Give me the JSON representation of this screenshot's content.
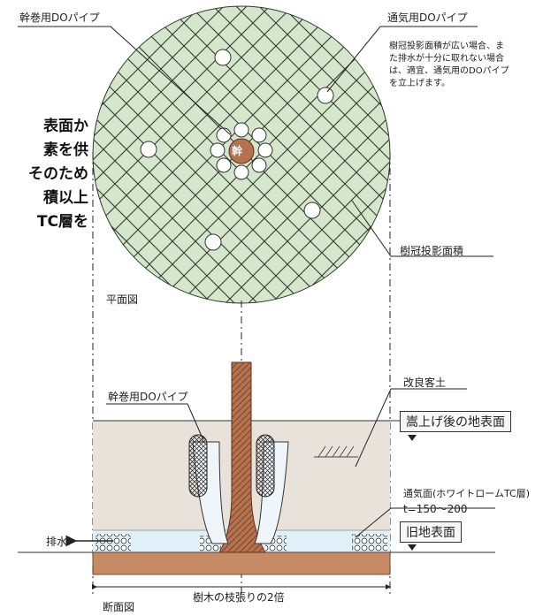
{
  "labels": {
    "trunk_pipe_top": "幹巻用DOパイプ",
    "vent_pipe_top": "通気用DOパイプ",
    "vent_note": [
      "樹冠投影面積が広い場合、ま",
      "た排水が十分に取れない場合",
      "は、適宜、通気用のDOパイプ",
      "を立上げます。"
    ],
    "trunk_char": "幹",
    "crown_area": "樹冠投影面積",
    "plan_view": "平面図",
    "improved_soil": "改良客土",
    "trunk_pipe_section": "幹巻用DOパイプ",
    "raised_surface": "嵩上げ後の地表面",
    "vent_layer": "通気面(ホワイトロームTC層)",
    "thickness": "t=150〜200",
    "old_surface": "旧地表面",
    "drainage": "排水",
    "section_view": "断面図",
    "span": "樹木の枝張りの2倍"
  },
  "side_text": [
    "表面か",
    "素を供",
    "そのため",
    "積以上",
    "TC層を"
  ],
  "colors": {
    "crown_fill": "#d6e6cc",
    "hatch": "#2c3a2c",
    "trunk": "#b5724f",
    "fill_soil": "#e8e2da",
    "vent_layer": "#dff0f8",
    "base_soil": "#c68a64"
  }
}
